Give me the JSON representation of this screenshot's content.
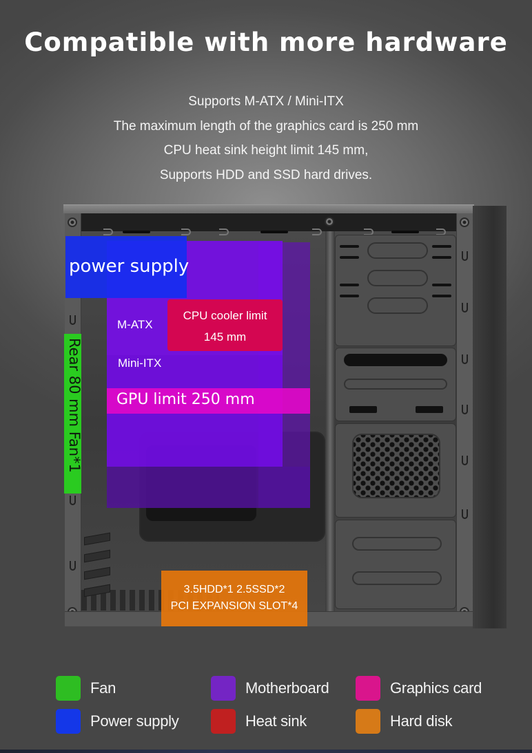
{
  "header": {
    "title": "Compatible with more hardware",
    "features": [
      "Supports M-ATX / Mini-ITX",
      "The maximum length of the graphics card is 250 mm",
      "CPU heat sink height limit 145 mm,",
      "Supports HDD and SSD hard drives."
    ]
  },
  "diagram": {
    "power_supply": "power supply",
    "cpu_cooler": {
      "line1": "CPU cooler limit",
      "line2": "145 mm"
    },
    "m_atx": "M-ATX",
    "mini_itx": "Mini-ITX",
    "gpu_limit": "GPU limit 250 mm",
    "rear_fan": "Rear 80 mm Fan*1",
    "storage": {
      "line1": "3.5HDD*1  2.5SSD*2",
      "line2": "PCI EXPANSION SLOT*4"
    }
  },
  "legend": [
    {
      "label": "Fan",
      "color": "#2ebd22"
    },
    {
      "label": "Motherboard",
      "color": "#7425c4"
    },
    {
      "label": "Graphics card",
      "color": "#d9158c"
    },
    {
      "label": "Power supply",
      "color": "#1437e8"
    },
    {
      "label": "Heat sink",
      "color": "#c02020"
    },
    {
      "label": "Hard disk",
      "color": "#d67a18"
    }
  ]
}
